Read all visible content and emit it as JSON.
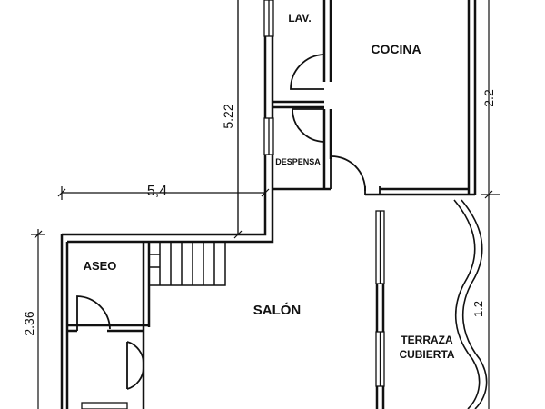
{
  "rooms": {
    "lav": "LAV.",
    "cocina": "COCINA",
    "despensa": "DESPENSA",
    "aseo": "ASEO",
    "salon": "SALÓN",
    "terraza_line1": "TERRAZA",
    "terraza_line2": "CUBIERTA"
  },
  "dimensions": {
    "width_main": "5,4",
    "height_kitchen_block": "5.22",
    "height_right": "2.2",
    "height_aseo": "2.36",
    "terrace_width": "1.2"
  }
}
